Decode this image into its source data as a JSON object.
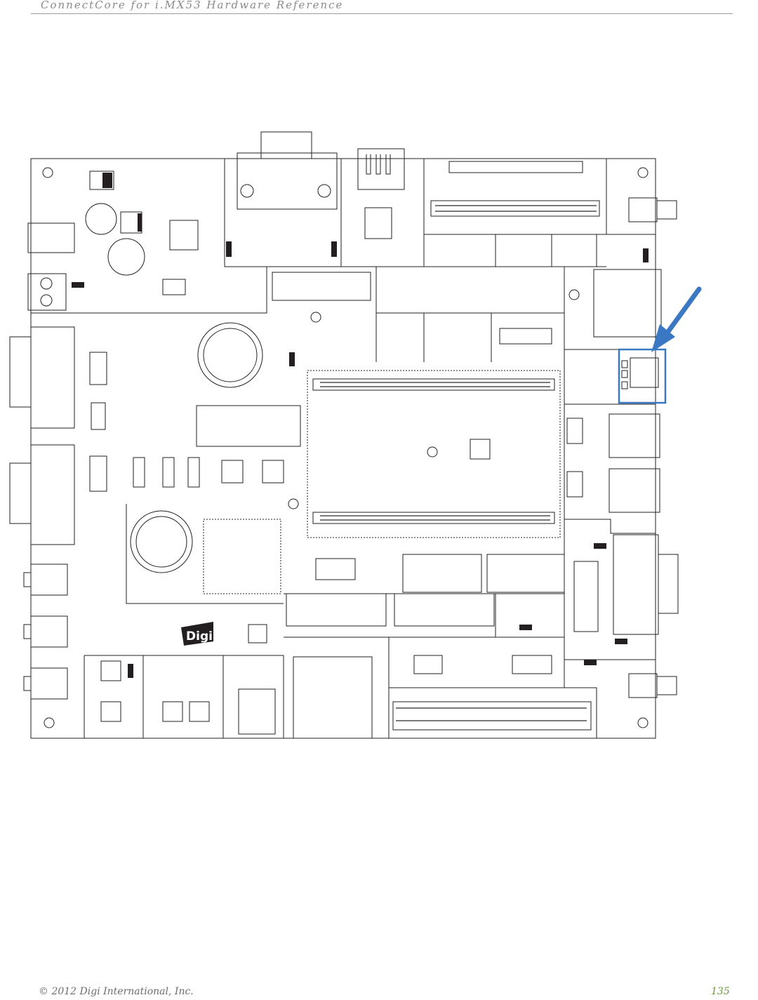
{
  "header": {
    "title": "ConnectCore for i.MX53 Hardware Reference"
  },
  "footer": {
    "copyright": "© 2012 Digi International, Inc.",
    "page_number": "135"
  },
  "figure": {
    "logo_text": "Digi",
    "highlight_color": "#3a78c3",
    "arrow_color": "#3a78c3",
    "line_color": "#231f20"
  }
}
